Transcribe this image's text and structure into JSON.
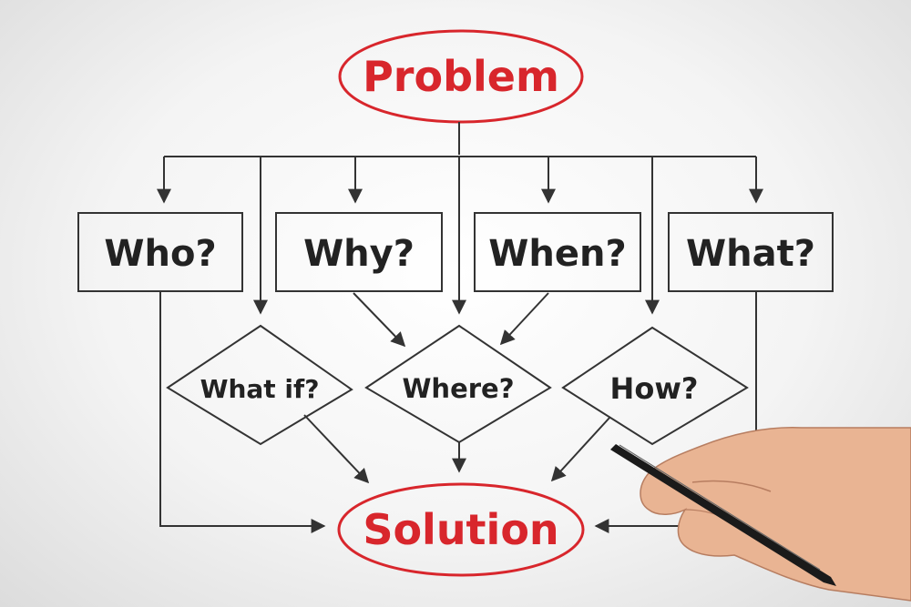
{
  "diagram": {
    "start": {
      "label": "Problem"
    },
    "end": {
      "label": "Solution"
    },
    "questions": [
      {
        "label": "Who?"
      },
      {
        "label": "Why?"
      },
      {
        "label": "When?"
      },
      {
        "label": "What?"
      }
    ],
    "decisions": [
      {
        "label": "What if?"
      },
      {
        "label": "Where?"
      },
      {
        "label": "How?"
      }
    ]
  },
  "colors": {
    "accent": "#d8262c",
    "ink": "#222222"
  }
}
